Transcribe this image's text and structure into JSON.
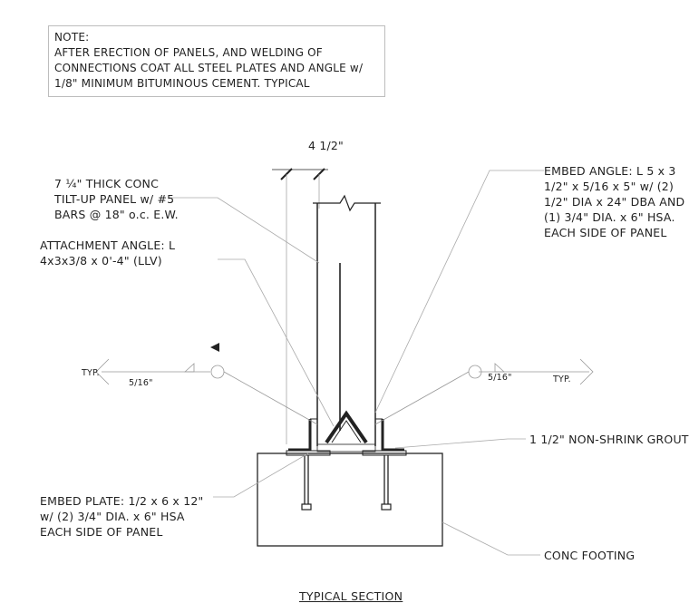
{
  "note": {
    "heading": "NOTE:",
    "lines": [
      "AFTER ERECTION OF PANELS, AND WELDING OF",
      "CONNECTIONS COAT ALL STEEL PLATES AND ANGLE w/",
      "1/8\" MINIMUM BITUMINOUS CEMENT. TYPICAL"
    ]
  },
  "dimension": "4 1/2\"",
  "labels": {
    "panel": [
      "7 ¼\" THICK CONC",
      "TILT-UP PANEL w/ #5",
      "BARS @ 18\" o.c. E.W."
    ],
    "attachment_angle": [
      "ATTACHMENT ANGLE: L",
      "4x3x3/8 x 0'-4\" (LLV)"
    ],
    "embed_angle": [
      "EMBED ANGLE: L 5 x 3",
      "1/2\" x 5/16 x 5\" w/  (2)",
      "1/2\" DIA x 24\" DBA AND",
      "(1) 3/4\" DIA. x 6\" HSA.",
      "EACH SIDE OF PANEL"
    ],
    "grout": "1 1/2\" NON-SHRINK GROUT",
    "embed_plate": [
      "EMBED PLATE:  1/2 x 6 x 12\"",
      "w/  (2) 3/4\" DIA. x 6\" HSA",
      "EACH SIDE OF PANEL"
    ],
    "footing": "CONC FOOTING"
  },
  "weld_left": {
    "typ": "TYP.",
    "size": "5/16\""
  },
  "weld_right": {
    "typ": "TYP.",
    "size": "5/16\""
  },
  "title": "TYPICAL SECTION"
}
